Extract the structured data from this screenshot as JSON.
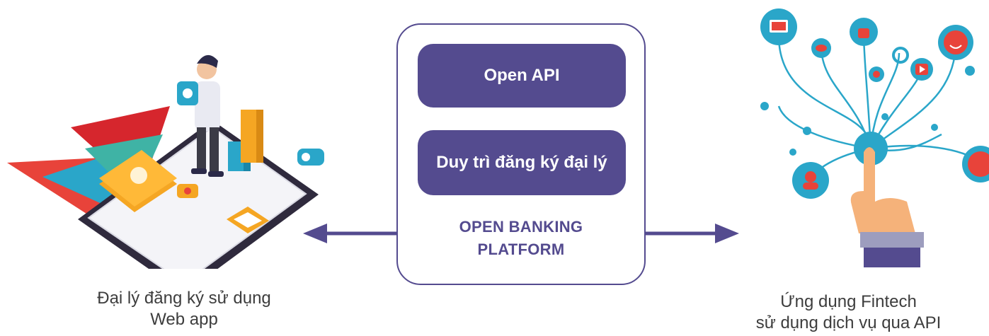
{
  "platform": {
    "open_api_label": "Open API",
    "register_label": "Duy trì đăng ký đại lý",
    "platform_label": "OPEN BANKING\nPLATFORM"
  },
  "left": {
    "caption": "Đại lý đăng ký sử dụng\nWeb app"
  },
  "right": {
    "caption": "Ứng dụng Fintech\nsử dụng dịch vụ qua API"
  },
  "colors": {
    "primary": "#544b8f",
    "teal": "#2aa6c9",
    "orange": "#f5a623",
    "red": "#e8433a"
  }
}
